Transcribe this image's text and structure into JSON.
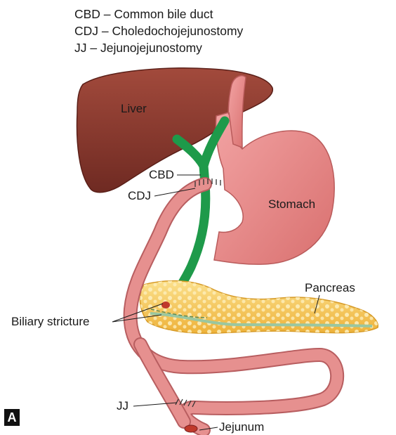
{
  "legend": [
    "CBD – Common bile duct",
    "CDJ – Choledochojejunostomy",
    "JJ – Jejunojejunostomy"
  ],
  "organs": {
    "liver": "Liver",
    "stomach": "Stomach",
    "pancreas": "Pancreas"
  },
  "callouts": {
    "cbd": "CBD",
    "cdj": "CDJ",
    "biliary_stricture": "Biliary stricture",
    "jj": "JJ",
    "jejunum": "Jejunum"
  },
  "panel_label": "A",
  "colors": {
    "liver": "#8a3a30",
    "bile_duct": "#1e9a4a",
    "stomach": "#e8888a",
    "pancreas": "#f3c24c",
    "jejunum": "#d97a7c",
    "pancreatic_duct": "#9ac7a0",
    "stricture": "#c0392b"
  }
}
